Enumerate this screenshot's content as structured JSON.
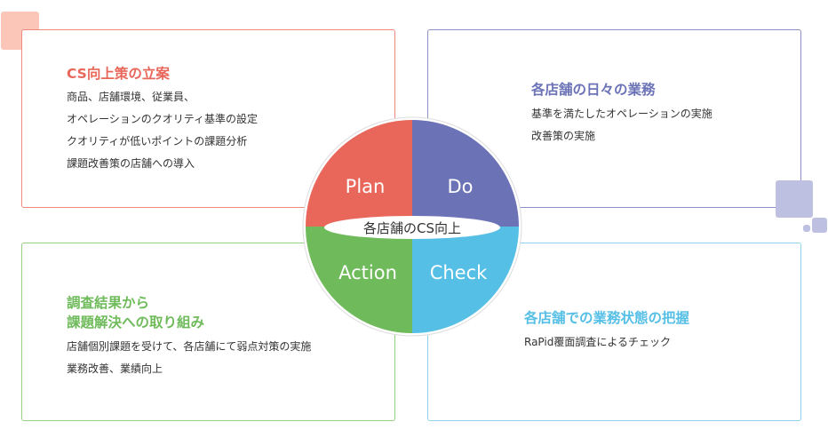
{
  "colors": {
    "plan": "#e8675a",
    "do": "#6b72b6",
    "action": "#6fbb5b",
    "check": "#55bfe6",
    "plan_border": "#f08a7c",
    "do_border": "#8b90c6",
    "action_border": "#94cf83",
    "check_border": "#8fd3ee",
    "plan_square": "#fbc6b8",
    "do_square": "#bdc0e1"
  },
  "panels": {
    "plan": {
      "title": "CS向上策の立案",
      "lines": [
        "商品、店舗環境、従業員、",
        "オペレーションのクオリティ基準の設定",
        "クオリティが低いポイントの課題分析",
        "課題改善策の店舗への導入"
      ]
    },
    "do": {
      "title": "各店舗の日々の業務",
      "lines": [
        "基準を満たしたオペレーションの実施",
        "改善策の実施"
      ]
    },
    "action": {
      "title_lines": [
        "調査結果から",
        "課題解決への取り組み"
      ],
      "lines": [
        "店舗個別課題を受けて、各店舗にて弱点対策の実施",
        "業務改善、業績向上"
      ]
    },
    "check": {
      "title": "各店舗での業務状態の把握",
      "lines": [
        "RaPid覆面調査によるチェック"
      ]
    }
  },
  "cycle": {
    "plan_label": "Plan",
    "do_label": "Do",
    "action_label": "Action",
    "check_label": "Check",
    "center_label": "各店舗のCS向上"
  }
}
